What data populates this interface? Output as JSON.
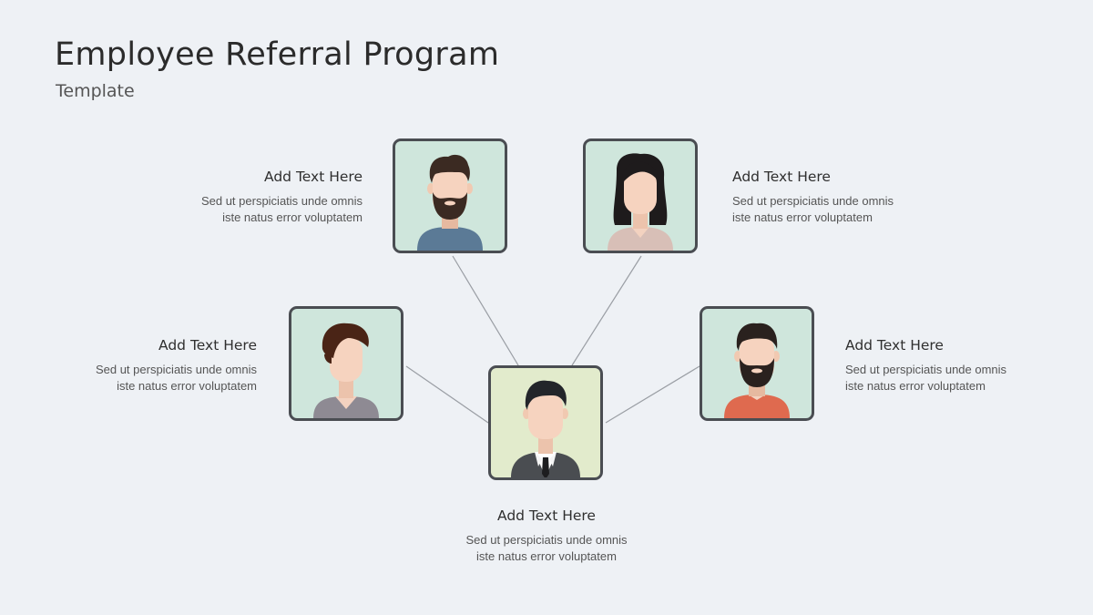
{
  "title": "Employee Referral Program",
  "subtitle": "Template",
  "colors": {
    "background": "#eef1f5",
    "card_border": "#4a4d52",
    "card_fill": "#cfe6dc",
    "center_card_fill": "#e2ebcc",
    "connector": "#9a9ea4"
  },
  "nodes": [
    {
      "id": "center",
      "icon": "businessman-avatar-icon",
      "heading": "Add Text Here",
      "body": "Sed ut perspiciatis  unde omnis\niste natus error voluptatem"
    },
    {
      "id": "top-left",
      "icon": "bearded-man-avatar-icon",
      "heading": "Add Text Here",
      "body": "Sed ut perspiciatis  unde omnis\niste natus error voluptatem"
    },
    {
      "id": "top-right",
      "icon": "woman-dark-hair-avatar-icon",
      "heading": "Add Text Here",
      "body": "Sed ut perspiciatis  unde omnis\niste natus error voluptatem"
    },
    {
      "id": "mid-left",
      "icon": "woman-short-hair-avatar-icon",
      "heading": "Add Text Here",
      "body": "Sed ut perspiciatis  unde omnis\niste natus error voluptatem"
    },
    {
      "id": "mid-right",
      "icon": "bearded-man-red-shirt-avatar-icon",
      "heading": "Add Text Here",
      "body": "Sed ut perspiciatis  unde omnis\niste natus error voluptatem"
    }
  ]
}
